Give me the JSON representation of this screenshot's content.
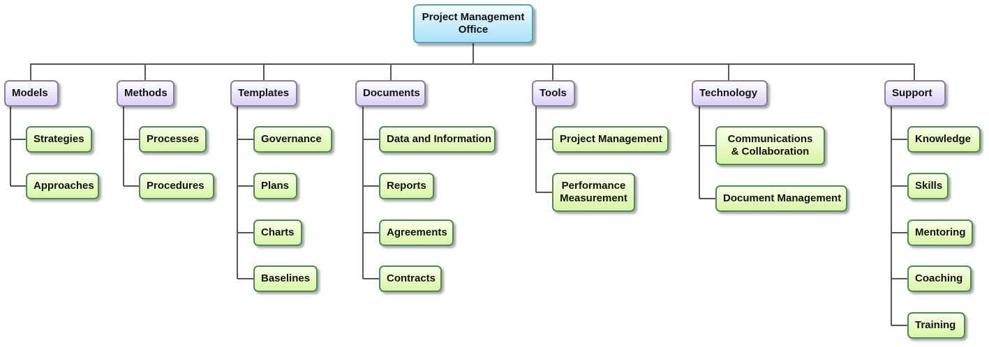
{
  "root": {
    "title": "Project Management Office"
  },
  "categories": [
    {
      "label": "Models",
      "children": [
        "Strategies",
        "Approaches"
      ]
    },
    {
      "label": "Methods",
      "children": [
        "Processes",
        "Procedures"
      ]
    },
    {
      "label": "Templates",
      "children": [
        "Governance",
        "Plans",
        "Charts",
        "Baselines"
      ]
    },
    {
      "label": "Documents",
      "children": [
        "Data and Information",
        "Reports",
        "Agreements",
        "Contracts"
      ]
    },
    {
      "label": "Tools",
      "children": [
        "Project Management",
        "Performance Measurement"
      ]
    },
    {
      "label": "Technology",
      "children": [
        "Communications & Collaboration",
        "Document Management"
      ]
    },
    {
      "label": "Support",
      "children": [
        "Knowledge",
        "Skills",
        "Mentoring",
        "Coaching",
        "Training"
      ]
    }
  ],
  "colors": {
    "root_fill": "#c9eefb",
    "root_border": "#49a9c9",
    "category_fill": "#ebe3fb",
    "category_border": "#8c7ba8",
    "leaf_fill": "#e8fbc3",
    "leaf_border": "#4d8a52",
    "connector": "#555555"
  }
}
